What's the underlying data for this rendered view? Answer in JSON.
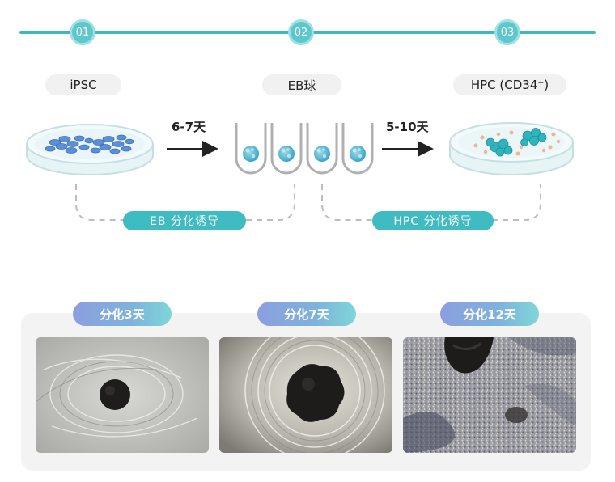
{
  "steps": [
    {
      "number": "01",
      "stage": "iPSC"
    },
    {
      "number": "02",
      "stage": "EB球"
    },
    {
      "number": "03",
      "stage": "HPC (CD34⁺)"
    }
  ],
  "arrows": [
    {
      "days": "6-7天"
    },
    {
      "days": "5-10天"
    }
  ],
  "induction": [
    {
      "label": "EB 分化诱导"
    },
    {
      "label": "HPC 分化诱导"
    }
  ],
  "results": [
    {
      "label": "分化3天"
    },
    {
      "label": "分化7天"
    },
    {
      "label": "分化12天"
    }
  ],
  "colors": {
    "teal": "#3bb9bf",
    "cell_blue": "#5b8fd6",
    "cluster_teal": "#2fb3bd",
    "single_cell_orange": "#f2b48a"
  }
}
